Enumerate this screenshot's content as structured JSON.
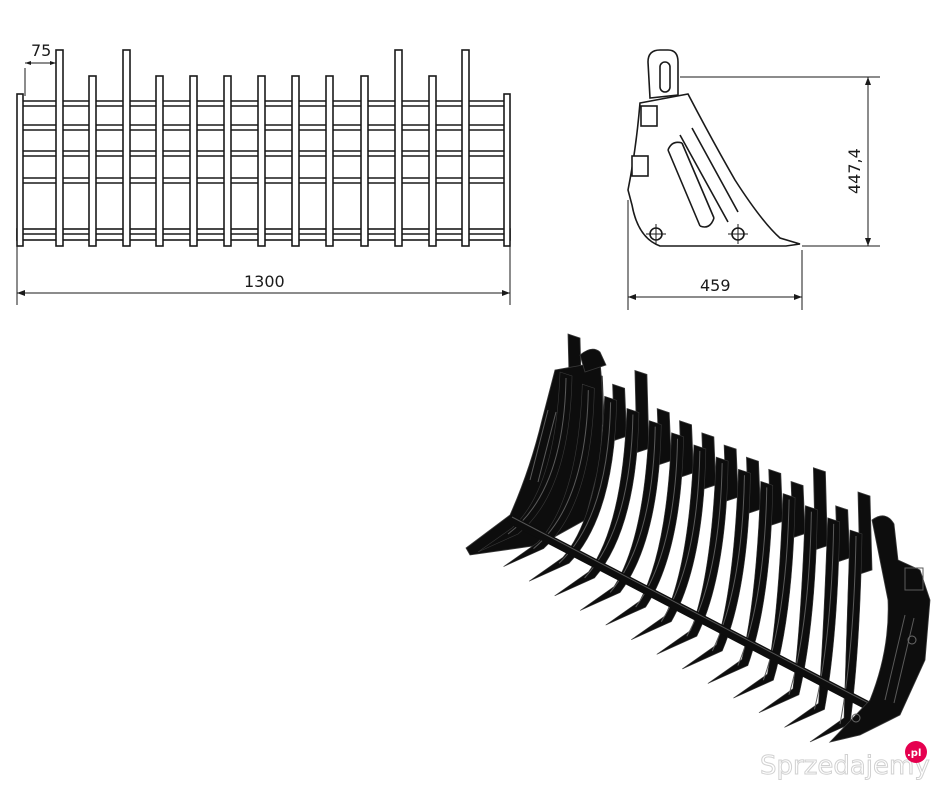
{
  "drawing": {
    "front_view": {
      "tine_spacing_label": "75",
      "total_width_label": "1300"
    },
    "side_view": {
      "height_label": "447,4",
      "depth_label": "459"
    },
    "isometric_view": {
      "tine_count": 14
    }
  },
  "watermark": {
    "text": "Sprzedajemy",
    "badge": ".pl",
    "badge_color": "#e5004f"
  },
  "colors": {
    "line": "#1a1a1a",
    "steel": "#0d0d0d"
  }
}
